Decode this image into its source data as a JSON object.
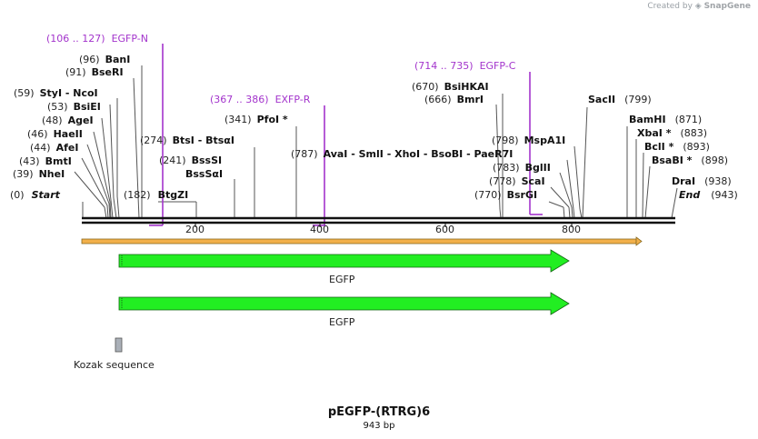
{
  "credit": {
    "prefix": "Created by",
    "brand": "SnapGene"
  },
  "plasmid": {
    "name": "pEGFP-(RTRG)6",
    "length": "943 bp",
    "length_bp": 943
  },
  "axis_ticks": [
    "200",
    "400",
    "600",
    "800"
  ],
  "sites": [
    {
      "pos": "(0)",
      "name": "Start",
      "italic": true
    },
    {
      "pos": "(39)",
      "name": "NheI"
    },
    {
      "pos": "(43)",
      "name": "BmtI"
    },
    {
      "pos": "(44)",
      "name": "AfeI"
    },
    {
      "pos": "(46)",
      "name": "HaeII"
    },
    {
      "pos": "(48)",
      "name": "AgeI"
    },
    {
      "pos": "(53)",
      "name": "BsiEI"
    },
    {
      "pos": "(59)",
      "name": "StyI  -  NcoI"
    },
    {
      "pos": "(91)",
      "name": "BseRI"
    },
    {
      "pos": "(96)",
      "name": "BanI"
    },
    {
      "pos": "(182)",
      "name": "BtgZI"
    },
    {
      "pos": "(241)",
      "name": "BssSI"
    },
    {
      "pos": "",
      "name": "BssSαI"
    },
    {
      "pos": "(274)",
      "name": "BtsI  -  BtsαI"
    },
    {
      "pos": "(341)",
      "name": "PfoI *"
    },
    {
      "pos": "(666)",
      "name": "BmrI"
    },
    {
      "pos": "(670)",
      "name": "BsiHKAI"
    },
    {
      "pos": "(770)",
      "name": "BsrGI"
    },
    {
      "pos": "(778)",
      "name": "ScaI"
    },
    {
      "pos": "(783)",
      "name": "BglII"
    },
    {
      "pos": "(787)",
      "name": "AvaI  -  SmlI  -  XhoI  -  BsoBI  -  PaeR7I"
    },
    {
      "pos": "(798)",
      "name": "MspA1I"
    },
    {
      "pos": "(799)",
      "name": "SacII"
    },
    {
      "pos": "(871)",
      "name": "BamHI"
    },
    {
      "pos": "(883)",
      "name": "XbaI *"
    },
    {
      "pos": "(893)",
      "name": "BclI *"
    },
    {
      "pos": "(898)",
      "name": "BsaBI *"
    },
    {
      "pos": "(938)",
      "name": "DraI"
    },
    {
      "pos": "(943)",
      "name": "End",
      "italic": true
    }
  ],
  "primers": [
    {
      "range": "(106 .. 127)",
      "name": "EGFP-N",
      "start": 106,
      "end": 127
    },
    {
      "range": "(367 .. 386)",
      "name": "EXFP-R",
      "start": 367,
      "end": 386
    },
    {
      "range": "(714 .. 735)",
      "name": "EGFP-C",
      "start": 714,
      "end": 735
    }
  ],
  "features": [
    {
      "label": "EGFP",
      "start": 60,
      "end": 779,
      "color": "#22ee22"
    },
    {
      "label": "EGFP",
      "start": 60,
      "end": 779,
      "color": "#22ee22"
    },
    {
      "label": "Kozak sequence",
      "start": 53,
      "end": 62,
      "color": "#aab0b8"
    }
  ],
  "colors": {
    "primer": "#a334cc",
    "feature_green": "#22ee22",
    "orf_arrow": "#f2b04a",
    "kozak": "#aab0b8"
  }
}
